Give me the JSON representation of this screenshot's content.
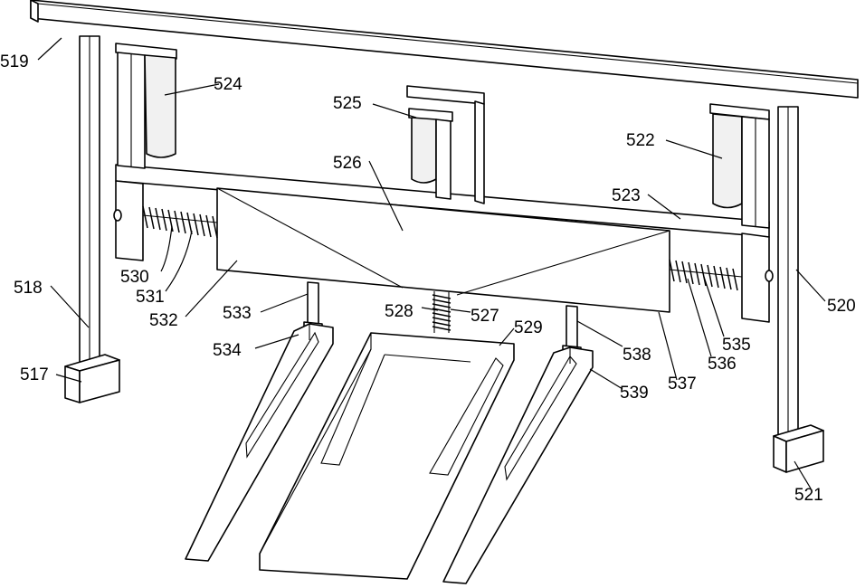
{
  "labels": {
    "n517": "517",
    "n518": "518",
    "n519": "519",
    "n520": "520",
    "n521": "521",
    "n522": "522",
    "n523": "523",
    "n524": "524",
    "n525": "525",
    "n526": "526",
    "n527": "527",
    "n528": "528",
    "n529": "529",
    "n530": "530",
    "n531": "531",
    "n532": "532",
    "n533": "533",
    "n534": "534",
    "n535": "535",
    "n536": "536",
    "n537": "537",
    "n538": "538",
    "n539": "539"
  }
}
